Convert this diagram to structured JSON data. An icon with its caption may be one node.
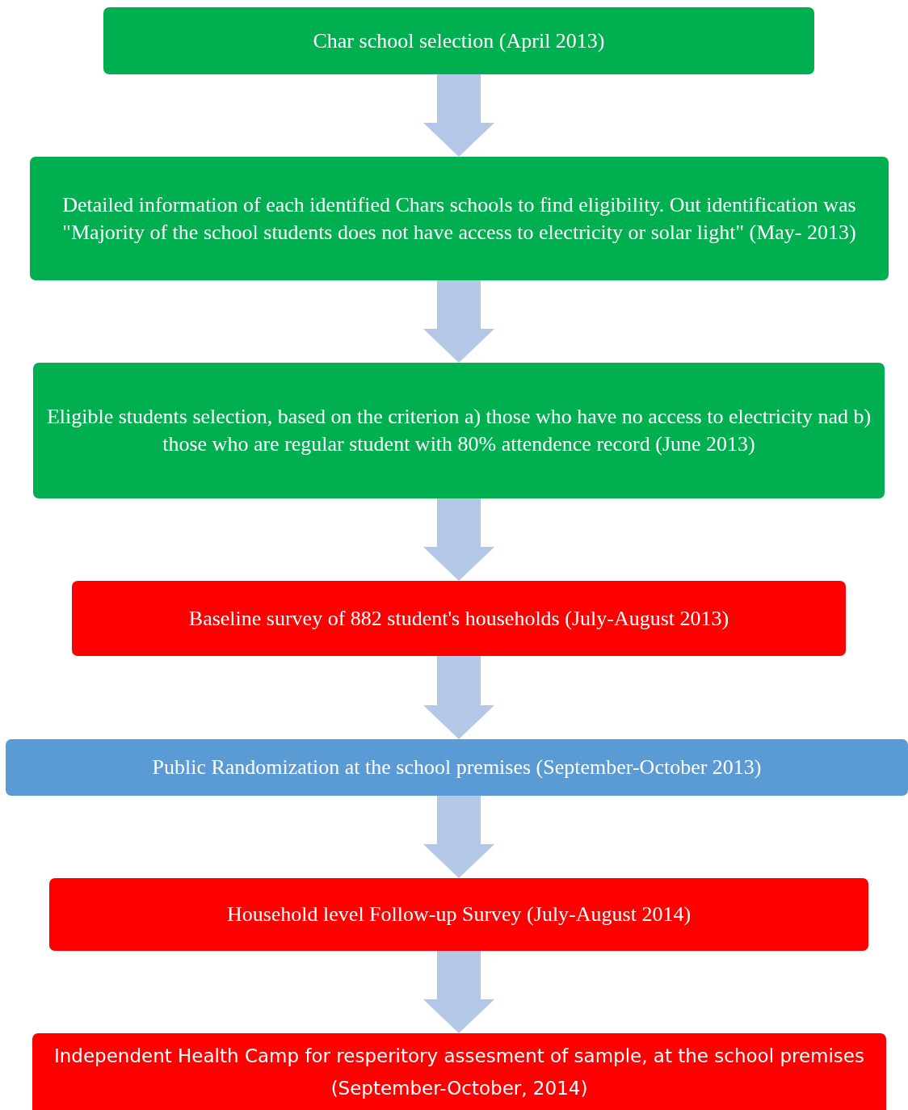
{
  "diagram": {
    "nodes": [
      {
        "text": [
          "Char school selection (April 2013)"
        ]
      },
      {
        "text": [
          "Detailed information of each identified Chars schools to find eligibility. Out identification was \"Majority of the school students does not have access to electricity or solar light\" (May- 2013)"
        ]
      },
      {
        "text": [
          "Eligible students selection, based on the criterion a) those who have no access to electricity nad b) those who are regular student with 80% attendence record (June 2013)"
        ]
      },
      {
        "text": [
          "Baseline survey of 882 student's households (July-August 2013)"
        ]
      },
      {
        "text": [
          "Public Randomization at the school premises (September-October 2013)"
        ]
      },
      {
        "text": [
          "Household level Follow-up Survey (July-August 2014)"
        ]
      },
      {
        "text": [
          "Independent Health Camp for resperitory assesment of sample, at the school premises (September-October, 2014)"
        ]
      }
    ],
    "edges": [
      {
        "from": 0,
        "to": 1,
        "arrow": "to"
      },
      {
        "from": 1,
        "to": 2,
        "arrow": "to"
      },
      {
        "from": 2,
        "to": 3,
        "arrow": "to"
      },
      {
        "from": 3,
        "to": 4,
        "arrow": "to"
      },
      {
        "from": 4,
        "to": 5,
        "arrow": "to"
      },
      {
        "from": 5,
        "to": 6,
        "arrow": "to"
      }
    ]
  }
}
